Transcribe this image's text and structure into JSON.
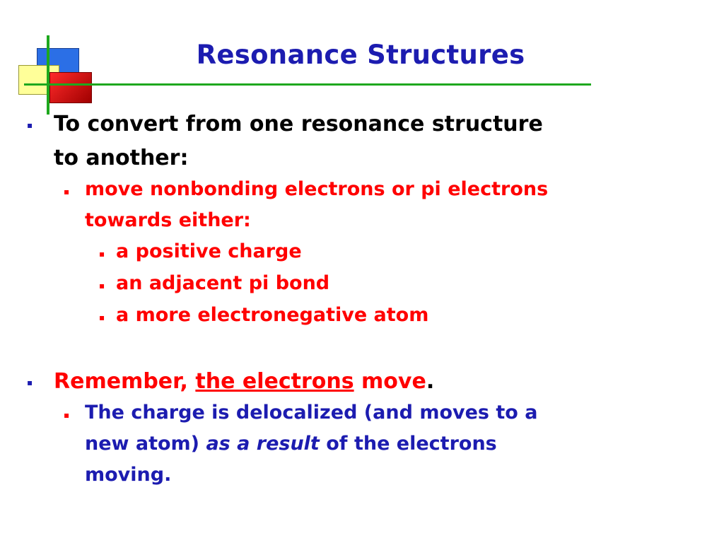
{
  "slide": {
    "title": "Resonance Structures",
    "bullet_glyph": "▪",
    "b1": {
      "line1": "To convert from one resonance structure",
      "line2": "to another:"
    },
    "b1_1": {
      "line1": "move nonbonding electrons or pi electrons",
      "line2": "towards either:"
    },
    "b1_1_items": [
      "a positive charge",
      "an adjacent pi bond",
      "a more electronegative atom"
    ],
    "b2": {
      "prefix": "Remember,",
      "underlined": "the electrons",
      "suffix": "move",
      "period": "."
    },
    "b2_1": {
      "line1": "The charge is delocalized (and moves to a",
      "line2_prefix": "new atom)",
      "line2_italic": "as a result",
      "line2_suffix": "of the electrons",
      "line3": "moving."
    }
  },
  "colors": {
    "title": "#1c1cb0",
    "level1_text": "#000000",
    "red_text": "#ff0000",
    "blue_text": "#1c1cb0",
    "accent_line": "#1ea81e"
  }
}
